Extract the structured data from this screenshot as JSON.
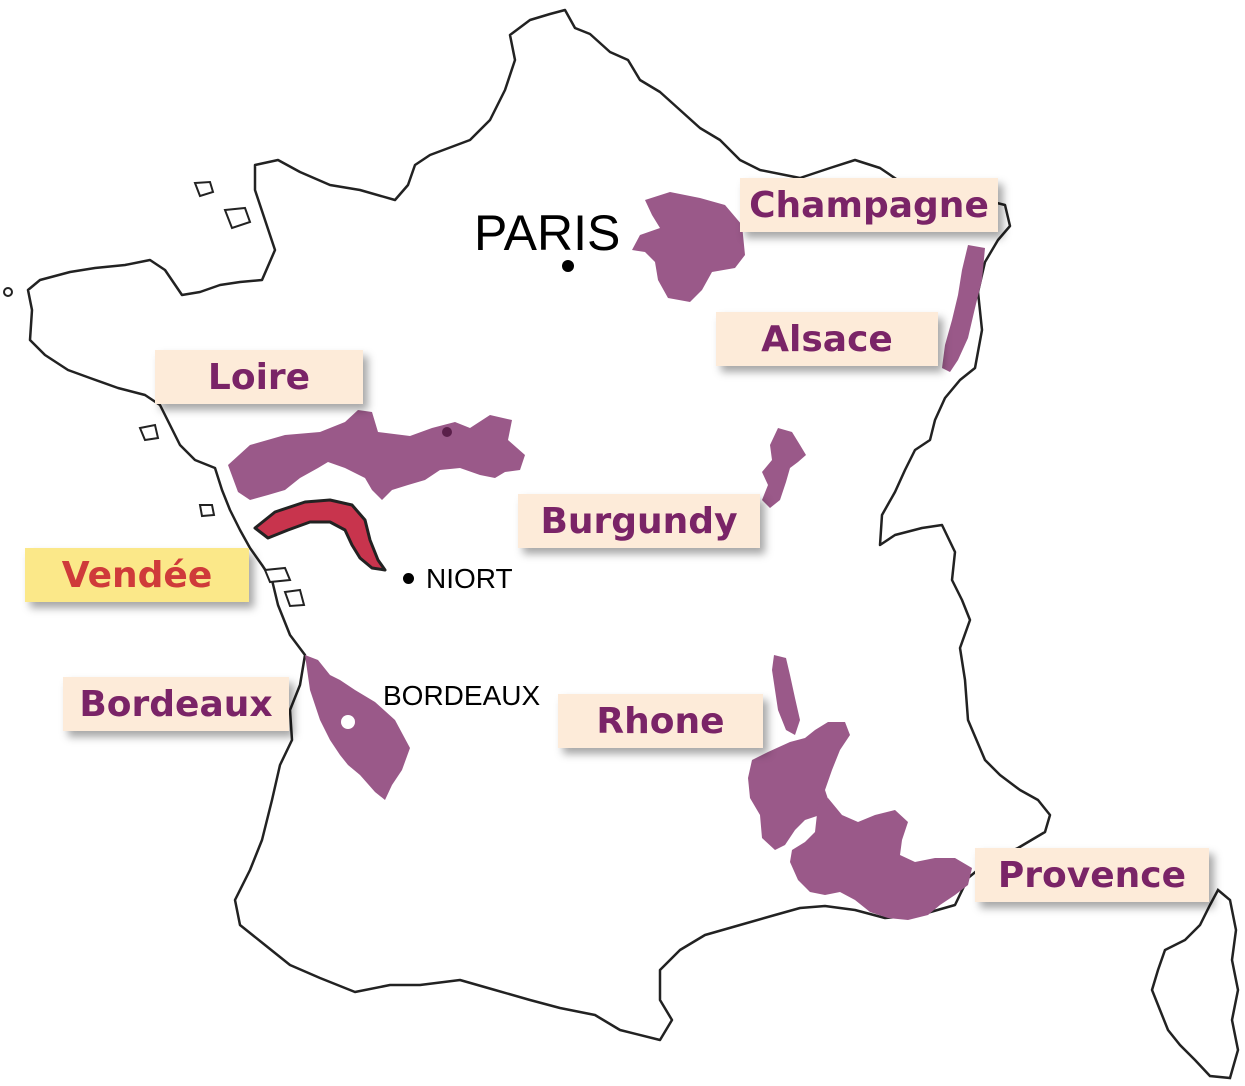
{
  "colors": {
    "region_fill": "#9a5989",
    "highlight_fill": "#c8344d",
    "label_bg": "#fdebd9",
    "highlight_label_bg": "#fbe889",
    "label_text": "#7a2467",
    "highlight_label_text": "#cf3a3a",
    "outline": "#222222"
  },
  "regions": [
    {
      "name": "Champagne",
      "highlight": false
    },
    {
      "name": "Alsace",
      "highlight": false
    },
    {
      "name": "Loire",
      "highlight": false
    },
    {
      "name": "Burgundy",
      "highlight": false
    },
    {
      "name": "Vendée",
      "highlight": true
    },
    {
      "name": "Bordeaux",
      "highlight": false
    },
    {
      "name": "Rhone",
      "highlight": false
    },
    {
      "name": "Provence",
      "highlight": false
    }
  ],
  "cities": [
    {
      "name": "PARIS"
    },
    {
      "name": "NIORT"
    },
    {
      "name": "BORDEAUX"
    }
  ]
}
